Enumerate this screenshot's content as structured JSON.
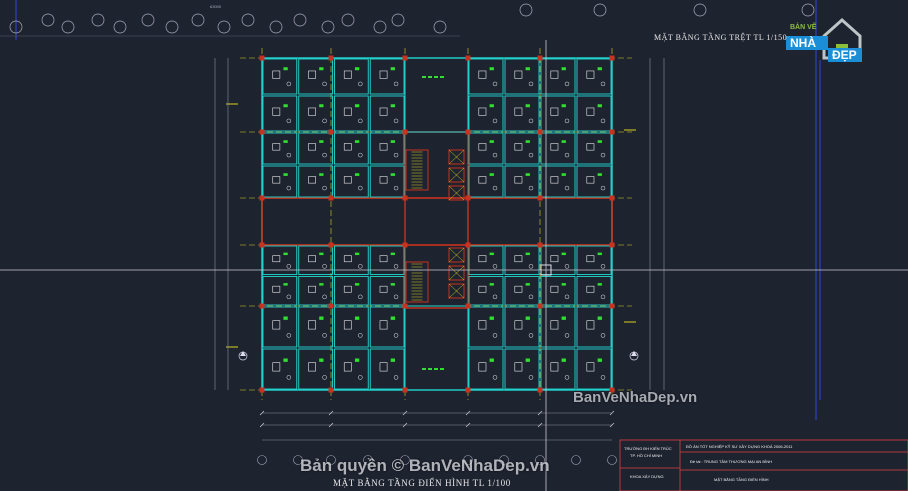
{
  "colors": {
    "background": "#1e2330",
    "wall_cyan": "#20d8d0",
    "wall_red": "#c8321e",
    "grid_yellow": "#d8d020",
    "furniture_white": "#e8e8e8",
    "fixture_green": "#30e030",
    "dimension_grey": "#8a8f99",
    "titleblock_red": "#e04040",
    "axis_blue": "#2a3aa8"
  },
  "titles": {
    "ground_floor_plan": "MẶT BẰNG TẦNG TRỆT  TL 1/150",
    "typical_floor_plan": "MẶT BẰNG TẦNG ĐIỂN HÌNH  TL 1/100"
  },
  "watermarks": {
    "site": "BanVeNhaDep.vn",
    "copyright": "Bản quyền © BanVeNhaDep.vn"
  },
  "logo": {
    "line1": "BẢN VẼ",
    "line2": "NHÀ",
    "line3": "ĐẸP",
    "icon": "house-icon"
  },
  "title_block": {
    "school": "TRƯỜNG ĐH KIẾN TRÚC",
    "city": "TP. HỒ CHÍ MINH",
    "faculty": "KHOA XÂY DỰNG",
    "project": "ĐỒ ÁN TỐT NGHIỆP KỸ SƯ XÂY DỰNG KHOÁ 2006-2011",
    "topic": "Đề tài : TRUNG TÂM THƯƠNG MẠI AN BÌNH",
    "sheet": "MẶT BẰNG TẦNG ĐIỂN HÌNH"
  },
  "top_dimension": "63000"
}
